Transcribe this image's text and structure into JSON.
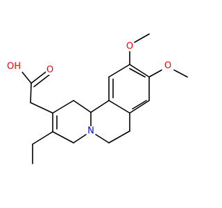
{
  "molecule": {
    "atoms": {
      "carboxyl_oh": {
        "text": "OH",
        "color": "#ff0000"
      },
      "carbonyl_o": {
        "text": "O",
        "color": "#ff0000"
      },
      "methoxy_o_upper": {
        "text": "O",
        "color": "#ff0000"
      },
      "methoxy_o_lower": {
        "text": "O",
        "color": "#ff0000"
      },
      "ring_n": {
        "text": "N",
        "color": "#0000ff"
      }
    },
    "bond_color": "#000000"
  }
}
